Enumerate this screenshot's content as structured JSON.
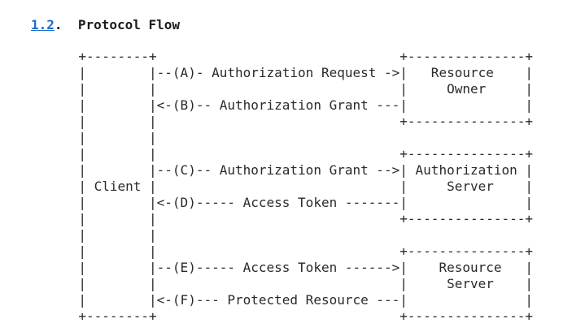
{
  "section": {
    "number": "1.2",
    "separator": ".",
    "title": "Protocol Flow"
  },
  "diagram": {
    "lines": [
      "          +--------+                               +---------------+",
      "          |        |--(A)- Authorization Request ->|   Resource    |",
      "          |        |                               |     Owner     |",
      "          |        |<-(B)-- Authorization Grant ---|               |",
      "          |        |                               +---------------+",
      "          |        |",
      "          |        |                               +---------------+",
      "          |        |--(C)-- Authorization Grant -->| Authorization |",
      "          | Client |                               |     Server    |",
      "          |        |<-(D)----- Access Token -------|               |",
      "          |        |                               +---------------+",
      "          |        |",
      "          |        |                               +---------------+",
      "          |        |--(E)----- Access Token ------>|    Resource   |",
      "          |        |                               |     Server    |",
      "          |        |<-(F)--- Protected Resource ---|               |",
      "          +--------+                               +---------------+"
    ]
  }
}
